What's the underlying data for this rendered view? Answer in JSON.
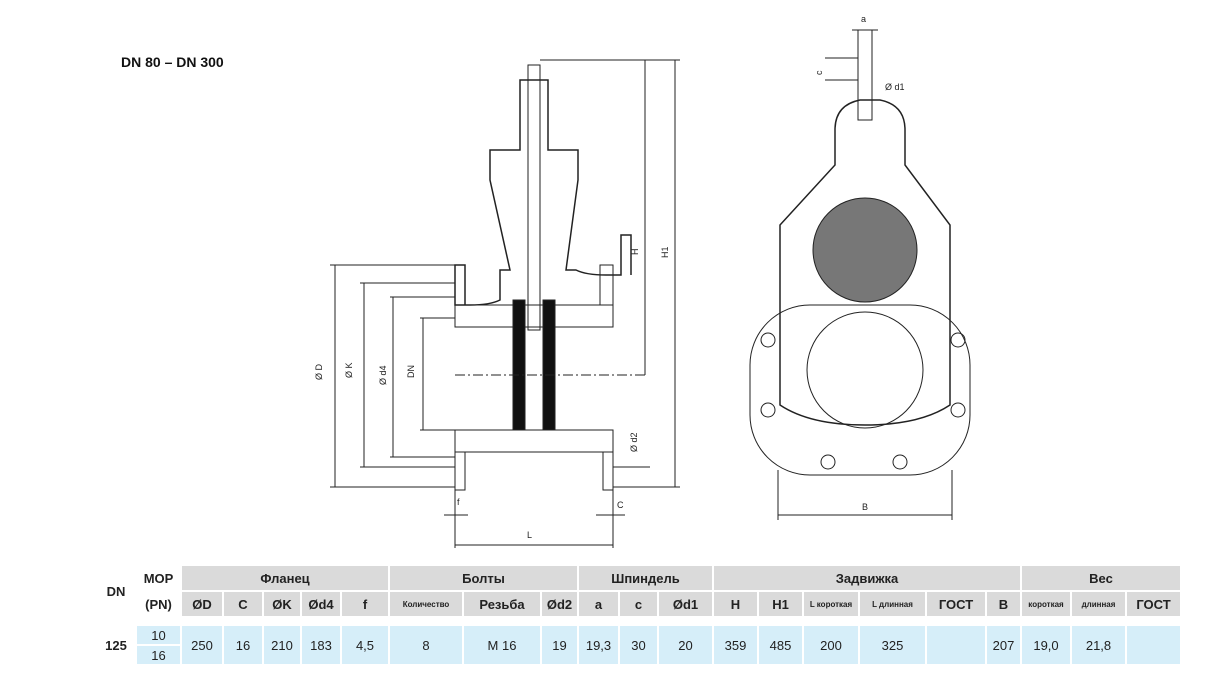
{
  "title": "DN 80 – DN 300",
  "drawing_labels": {
    "H": "H",
    "H1": "H1",
    "D": "Ø D",
    "K": "Ø K",
    "d4": "Ø d4",
    "DN": "DN",
    "d2": "Ø d2",
    "f": "f",
    "C": "C",
    "L": "L",
    "a": "a",
    "c": "c",
    "d1": "Ø d1",
    "B": "B"
  },
  "table": {
    "groups": {
      "dn": "DN",
      "mop": "MOP",
      "pn": "(PN)",
      "flange": "Фланец",
      "bolts": "Болты",
      "spindle": "Шпиндель",
      "valve": "Задвижка",
      "weight": "Вес"
    },
    "columns": [
      "ØD",
      "C",
      "ØK",
      "Ød4",
      "f",
      "Количество",
      "Резьба",
      "Ød2",
      "a",
      "c",
      "Ød1",
      "H",
      "H1",
      "L короткая",
      "L длинная",
      "ГОСТ",
      "B",
      "короткая",
      "длинная",
      "ГОСТ"
    ],
    "row": {
      "dn": "125",
      "mop": [
        "10",
        "16"
      ],
      "values": [
        "250",
        "16",
        "210",
        "183",
        "4,5",
        "8",
        "M 16",
        "19",
        "19,3",
        "30",
        "20",
        "359",
        "485",
        "200",
        "325",
        "",
        "207",
        "19,0",
        "21,8",
        ""
      ]
    }
  }
}
